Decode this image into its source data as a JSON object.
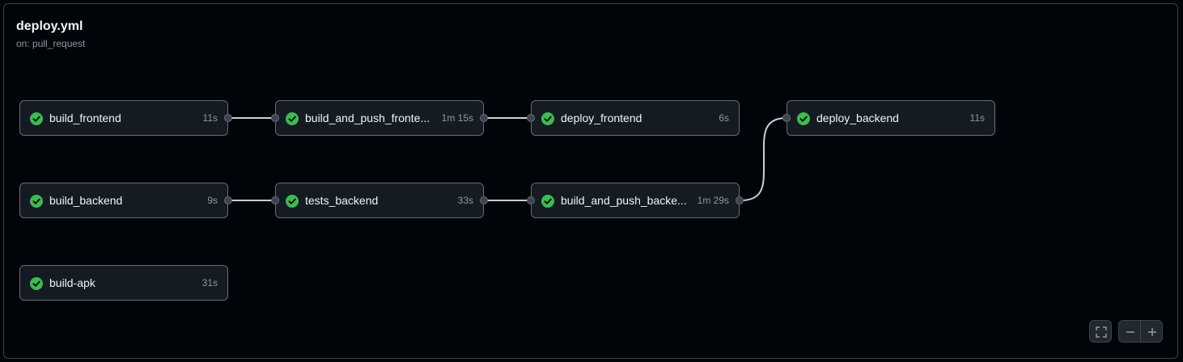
{
  "workflow": {
    "title": "deploy.yml",
    "trigger": "on: pull_request"
  },
  "jobs": [
    {
      "name": "build_frontend",
      "duration": "11s",
      "status": "success"
    },
    {
      "name": "build_and_push_fronte...",
      "duration": "1m 15s",
      "status": "success"
    },
    {
      "name": "deploy_frontend",
      "duration": "6s",
      "status": "success"
    },
    {
      "name": "deploy_backend",
      "duration": "11s",
      "status": "success"
    },
    {
      "name": "build_backend",
      "duration": "9s",
      "status": "success"
    },
    {
      "name": "tests_backend",
      "duration": "33s",
      "status": "success"
    },
    {
      "name": "build_and_push_backe...",
      "duration": "1m 29s",
      "status": "success"
    },
    {
      "name": "build-apk",
      "duration": "31s",
      "status": "success"
    }
  ],
  "controls": {
    "fullscreen_icon": "fullscreen-icon",
    "zoom_out_icon": "minus-icon",
    "zoom_in_icon": "plus-icon"
  },
  "colors": {
    "success": "#3fb950",
    "background": "#010409",
    "node_background": "#151b23",
    "border": "#656c76"
  }
}
